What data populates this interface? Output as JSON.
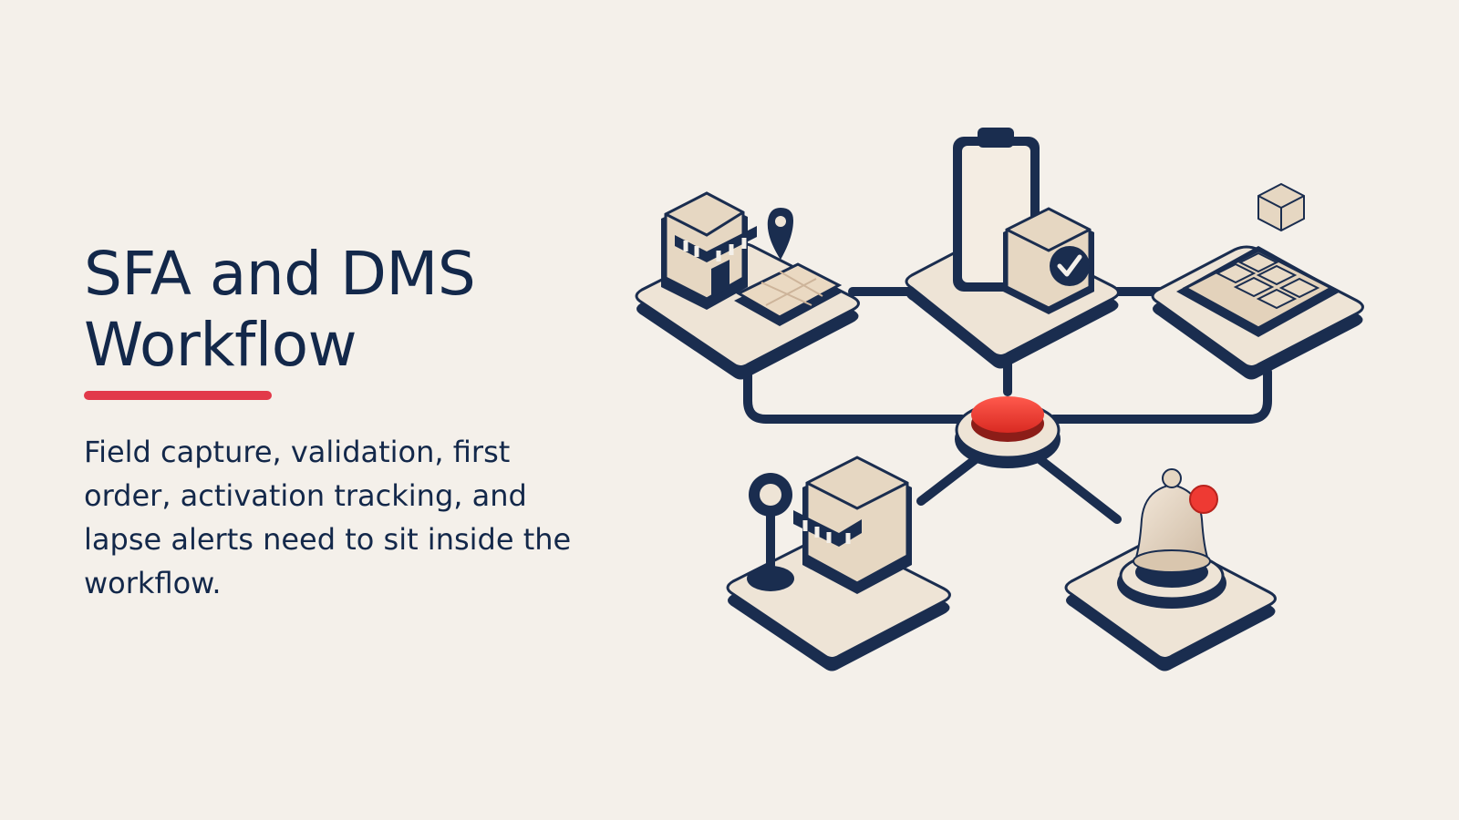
{
  "slide": {
    "title_line1": "SFA and DMS",
    "title_line2": "Workflow",
    "body": "Field capture, validation, first order, activation tracking, and lapse alerts need to sit inside the workflow."
  },
  "colors": {
    "background": "#f4f0ea",
    "navy": "#13284a",
    "accent_red": "#e2394a",
    "hub_red": "#ee3a33",
    "tile_cream": "#eee4d6"
  },
  "illustration": {
    "hub": "red-hub-button",
    "nodes": [
      {
        "icon": "storefront-map-pin-icon",
        "meaning": "field capture"
      },
      {
        "icon": "clipboard-checkmark-icon",
        "meaning": "validation"
      },
      {
        "icon": "box-grid-icon",
        "meaning": "first order"
      },
      {
        "icon": "storefront-location-icon",
        "meaning": "activation tracking"
      },
      {
        "icon": "bell-alert-icon",
        "meaning": "lapse alerts"
      }
    ]
  }
}
